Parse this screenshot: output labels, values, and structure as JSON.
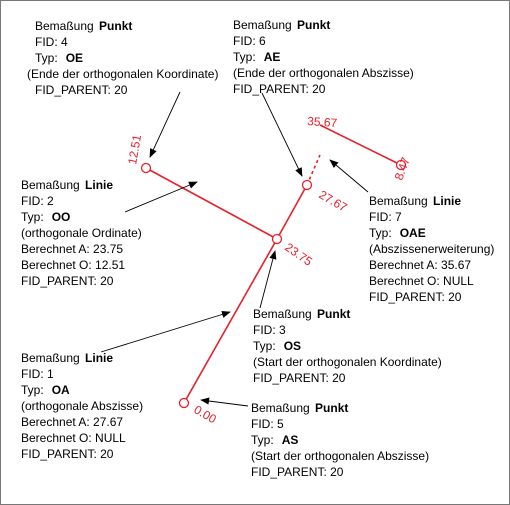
{
  "colors": {
    "line": "#e8202a",
    "text": "#000000",
    "leader": "#000000",
    "border": "#777777"
  },
  "measure_labels": {
    "oe_value": "12.51",
    "ae_value": "35.67",
    "oae_end_value": "8.47",
    "ae_point_value": "27.67",
    "os_value": "23.75",
    "as_value": "0.00"
  },
  "annotations": {
    "oe": {
      "heading": "Bemaßung",
      "kind": "Punkt",
      "fid": "FID: 4",
      "type_label": "Typ:",
      "type_code": "OE",
      "desc": "(Ende der orthogonalen Koordinate)",
      "parent": "FID_PARENT: 20"
    },
    "ae": {
      "heading": "Bemaßung",
      "kind": "Punkt",
      "fid": "FID: 6",
      "type_label": "Typ:",
      "type_code": "AE",
      "desc": "(Ende der orthogonalen Abszisse)",
      "parent": "FID_PARENT: 20"
    },
    "oo": {
      "heading": "Bemaßung",
      "kind": "Linie",
      "fid": "FID: 2",
      "type_label": "Typ:",
      "type_code": "OO",
      "desc": "(orthogonale Ordinate)",
      "calc_a": "Berechnet A:  23.75",
      "calc_o": "Berechnet O:  12.51",
      "parent": "FID_PARENT: 20"
    },
    "oae": {
      "heading": "Bemaßung",
      "kind": "Linie",
      "fid": "FID: 7",
      "type_label": "Typ:",
      "type_code": "OAE",
      "desc": "(Abszissenerweiterung)",
      "calc_a": "Berechnet A:  35.67",
      "calc_o": "Berechnet O:  NULL",
      "parent": "FID_PARENT: 20"
    },
    "os": {
      "heading": "Bemaßung",
      "kind": "Punkt",
      "fid": "FID: 3",
      "type_label": "Typ:",
      "type_code": "OS",
      "desc": "(Start der orthogonalen Koordinate)",
      "parent": "FID_PARENT: 20"
    },
    "oa": {
      "heading": "Bemaßung",
      "kind": "Linie",
      "fid": "FID: 1",
      "type_label": "Typ:",
      "type_code": "OA",
      "desc": "(orthogonale Abszisse)",
      "calc_a": "Berechnet A:  27.67",
      "calc_o": "Berechnet O:  NULL",
      "parent": "FID_PARENT: 20"
    },
    "as": {
      "heading": "Bemaßung",
      "kind": "Punkt",
      "fid": "FID: 5",
      "type_label": "Typ:",
      "type_code": "AS",
      "desc": "(Start der orthogonalen Abszisse)",
      "parent": "FID_PARENT: 20"
    }
  }
}
